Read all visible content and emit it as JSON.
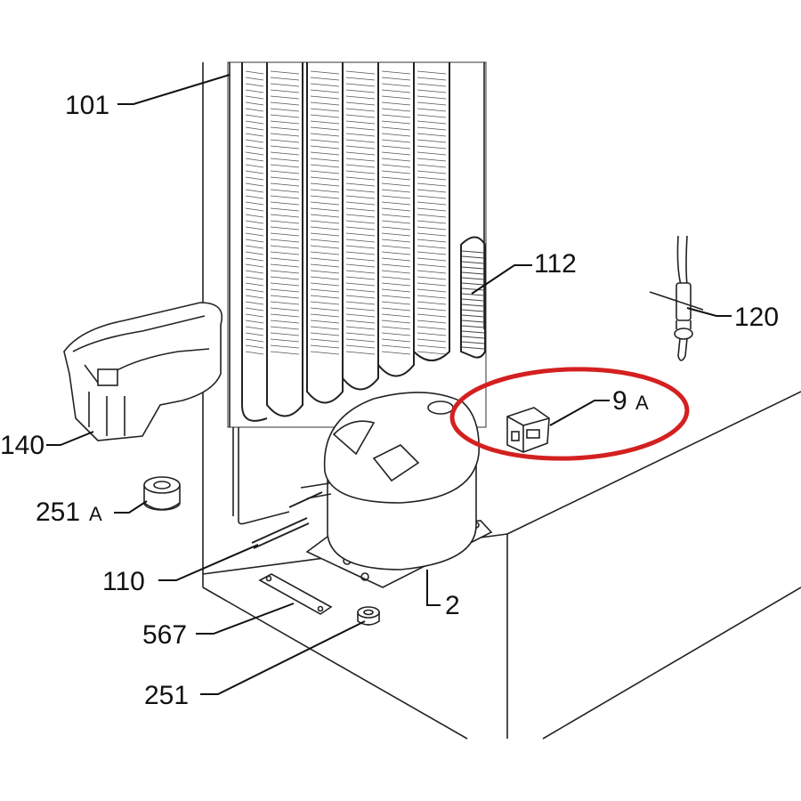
{
  "labels": {
    "condenser": "101",
    "drain_tube": "112",
    "relay_wires": "120",
    "start_relay_first": "9",
    "start_relay_suffix": "A",
    "drip_tray": "140",
    "grommet_a_number": "251",
    "grommet_a_suffix": "A",
    "pipe": "110",
    "compressor": "2",
    "bracket": "567",
    "grommet": "251"
  },
  "colors": {
    "highlight_ellipse": "#d42020",
    "line": "#222222",
    "background": "#ffffff"
  }
}
